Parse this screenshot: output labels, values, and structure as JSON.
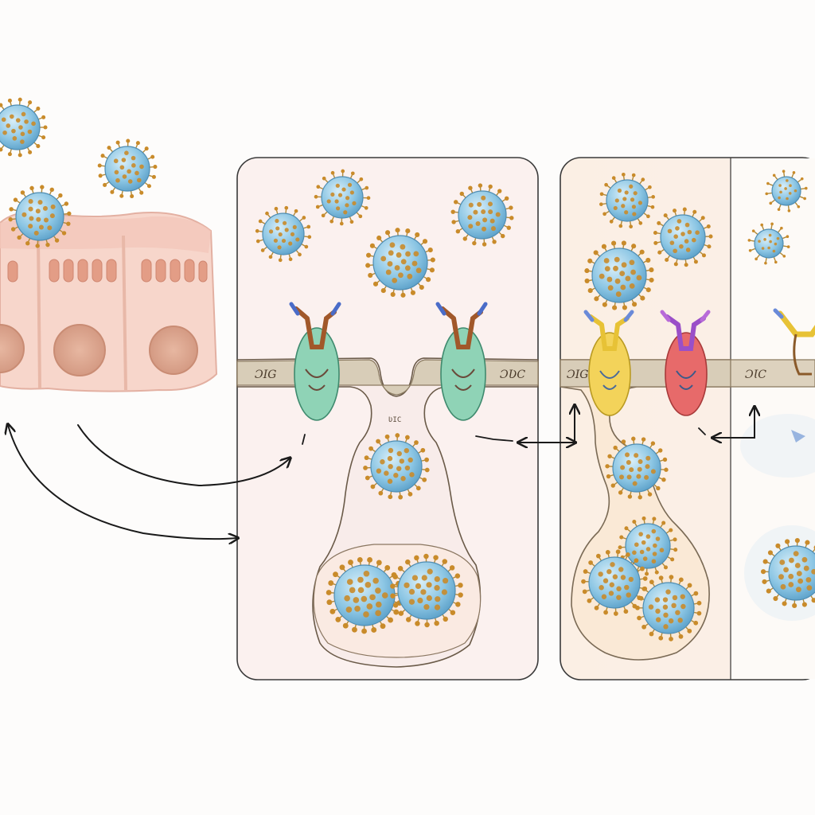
{
  "panel_1": {
    "membrane_labels": {
      "left": "ƆIG",
      "right": "ƆƲC",
      "stalk": "ƲIC"
    }
  },
  "panel_2": {
    "membrane_labels": {
      "left": "ƆIG",
      "right": "ƆƖC"
    }
  },
  "colors": {
    "virus_body": "#7fbfe0",
    "virus_spike": "#c98b2a",
    "epithelium": "#f6d3c8",
    "membrane": "#d8cdb8",
    "receptor_teal": "#8fd3b6",
    "receptor_yellow": "#f3d35a",
    "receptor_red": "#e76a6a",
    "receptor_purple": "#9a4fc8",
    "arrow": "#1a1a1a"
  },
  "icons": [
    "virus-particle",
    "cell-receptor",
    "epithelial-tissue",
    "double-headed-arrow"
  ]
}
